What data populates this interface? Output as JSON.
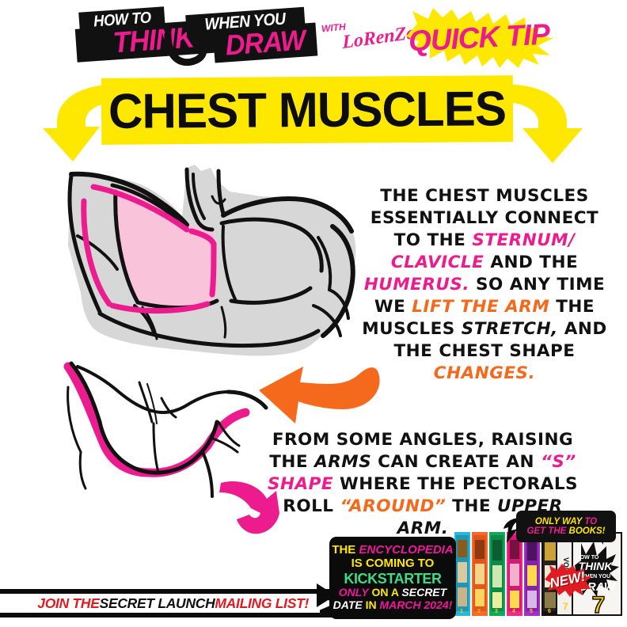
{
  "brand": {
    "logo_line1": "HOW TO",
    "logo_line2": "THINK",
    "logo_line3": "WHEN YOU",
    "logo_line4": "DRAW",
    "with_label": "WITH",
    "author": "LoRenZo!",
    "quick_tip": "QUICK TIP"
  },
  "title": {
    "text": "CHEST MUSCLES"
  },
  "body": {
    "paragraph_1": [
      {
        "t": "THE CHEST MUSCLES ESSENTIALLY CONNECT TO THE ",
        "style": "plain"
      },
      {
        "t": "STERNUM/ CLAVICLE",
        "style": "pink"
      },
      {
        "t": " AND THE ",
        "style": "plain"
      },
      {
        "t": "HUMERUS.",
        "style": "pink"
      },
      {
        "t": " SO ANY TIME WE ",
        "style": "plain"
      },
      {
        "t": "LIFT THE ARM",
        "style": "orange"
      },
      {
        "t": " THE MUSCLES ",
        "style": "plain"
      },
      {
        "t": "STRETCH,",
        "style": "black-italic"
      },
      {
        "t": " AND THE CHEST SHAPE ",
        "style": "plain"
      },
      {
        "t": "CHANGES.",
        "style": "orange"
      }
    ],
    "paragraph_2": [
      {
        "t": "FROM SOME ANGLES, RAISING THE ",
        "style": "plain"
      },
      {
        "t": "ARMS",
        "style": "black-italic"
      },
      {
        "t": " CAN CREATE AN ",
        "style": "plain"
      },
      {
        "t": "“S” SHAPE",
        "style": "pink"
      },
      {
        "t": " WHERE THE PECTORALS ROLL ",
        "style": "plain"
      },
      {
        "t": "“AROUND”",
        "style": "orange"
      },
      {
        "t": " THE ",
        "style": "plain"
      },
      {
        "t": "UPPER ARM.",
        "style": "black-italic"
      }
    ]
  },
  "badge": {
    "line1_a": "ONLY WAY ",
    "line1_b": "TO",
    "line2_a": "GET THE ",
    "line2_b": "BOOKS!"
  },
  "promo": {
    "line1_a": "THE ",
    "line1_b": "ENCYCLOPEDIA",
    "line2": "IS COMING TO",
    "line3": "KICKSTARTER",
    "line4_a": "ONLY",
    "line4_b": " ON A ",
    "line4_c": "SECRET",
    "line5_a": "DATE",
    "line5_b": " IN ",
    "line5_c": "MARCH 2024!",
    "new_badge": "NEW!",
    "vol_label": "VOL",
    "vol_number": "7",
    "book_cover_line1": "HOW TO",
    "book_cover_line2": "THINK",
    "book_cover_line3": "WHEN YOU",
    "book_cover_line4": "DRAW"
  },
  "mailing": {
    "part1": "JOIN THE ",
    "part2": "SECRET LAUNCH ",
    "part3": "MAILING LIST!"
  },
  "colors": {
    "pink": "#EC1C8E",
    "magenta": "#F2179A",
    "yellow": "#FFE800",
    "orange": "#F4691C",
    "green": "#3DDC84",
    "red": "#E01B22",
    "black": "#0b0b0b",
    "grey_fill": "#d7d7d7",
    "pink_fill": "#f9c3da"
  }
}
